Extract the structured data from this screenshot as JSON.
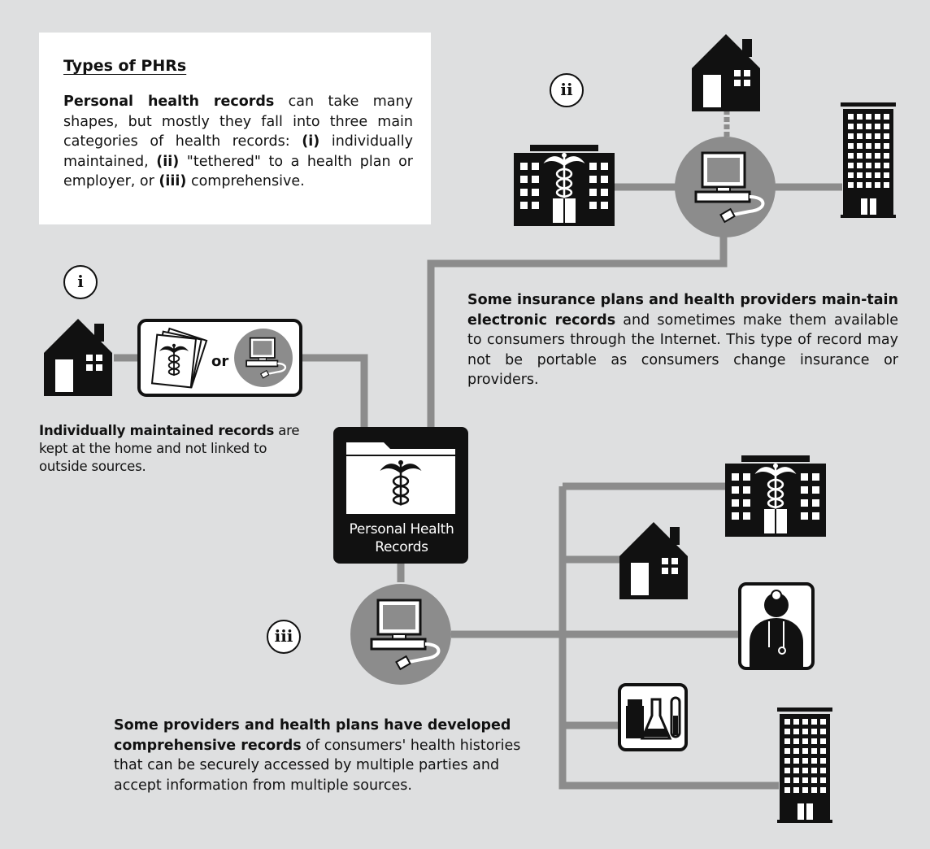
{
  "intro": {
    "title": "Types of PHRs",
    "b1": "Personal health records",
    "t1": " can take many shapes, but mostly they fall into three main categories of health records: ",
    "b2": "(i)",
    "t2": " individually maintained, ",
    "b3": "(ii)",
    "t3": " \"tethered\" to a health plan or employer, or ",
    "b4": "(iii)",
    "t4": " comprehensive."
  },
  "markers": {
    "i": "i",
    "ii": "ii",
    "iii": "iii"
  },
  "section_i": {
    "or_label": "or",
    "bold": "Individually maintained records",
    "text": " are kept at the home and not linked to outside sources."
  },
  "section_ii": {
    "bold": "Some insurance plans and health providers main-tain electronic records",
    "text": " and sometimes make them available to consumers through the Internet. This type of record may not be portable as consumers change insurance or providers."
  },
  "section_iii": {
    "bold": "Some providers and health plans have developed comprehensive records",
    "text": " of consumers' health histories that can be securely accessed by multiple parties and accept information from multiple sources."
  },
  "phr_folder": {
    "line1": "Personal Health",
    "line2": "Records"
  },
  "colors": {
    "background": "#dedfe0",
    "connector": "#8c8c8c",
    "icon": "#111111",
    "panel": "#ffffff"
  },
  "icons": [
    "house-icon",
    "hospital-icon",
    "office-building-icon",
    "computer-icon",
    "records-stack-icon",
    "folder-icon",
    "doctor-icon",
    "lab-icon",
    "caduceus-icon"
  ]
}
